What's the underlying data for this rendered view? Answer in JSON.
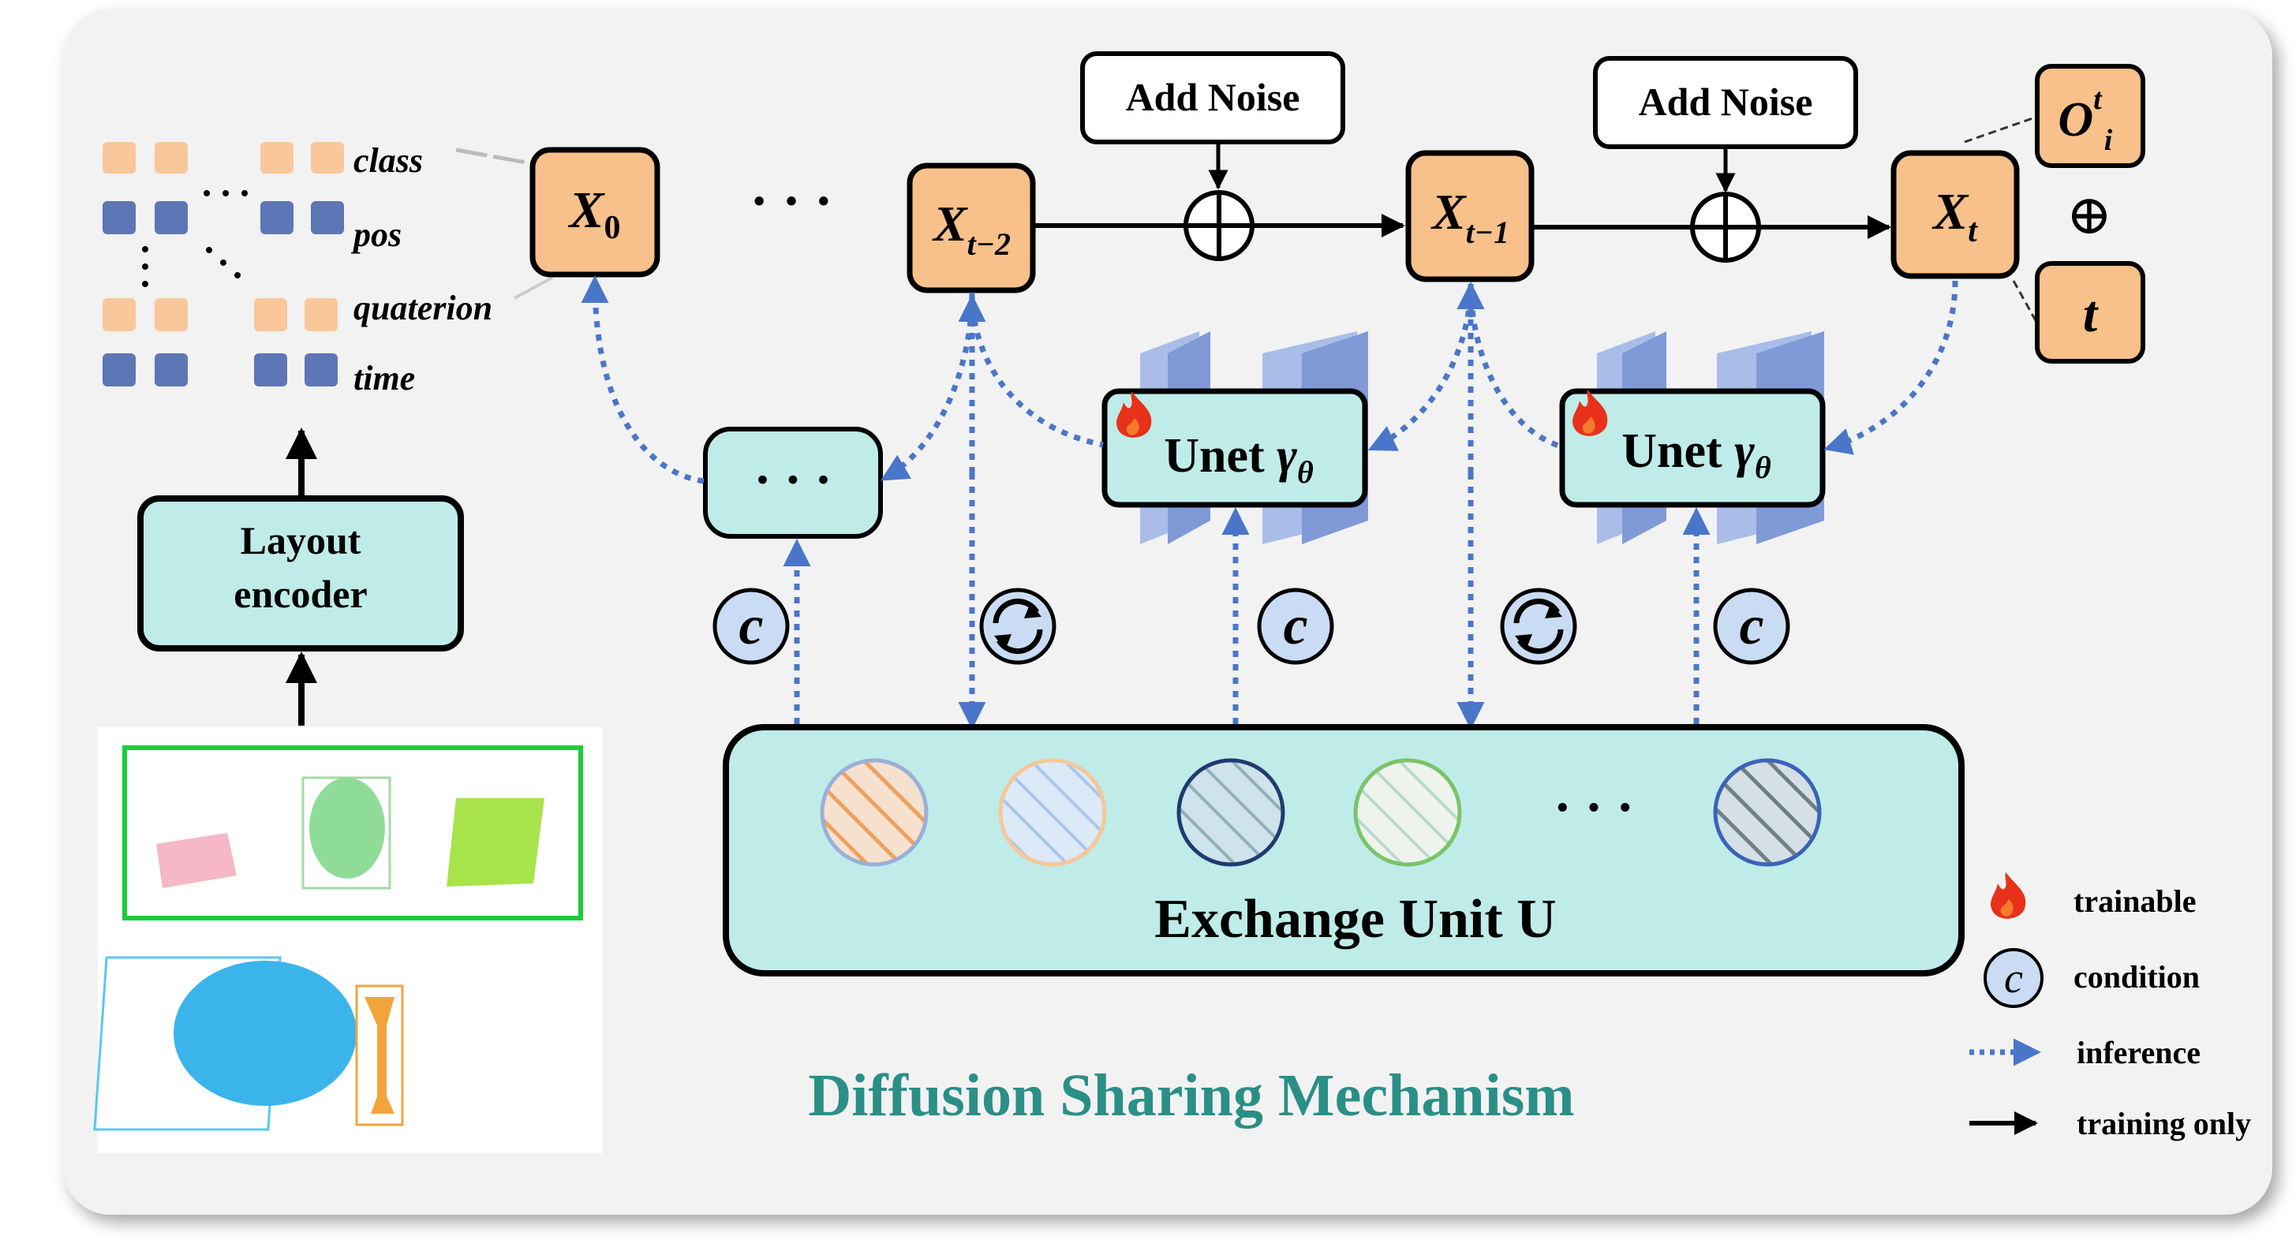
{
  "title": "Diffusion Sharing Mechanism",
  "encoder": {
    "label_line1": "Layout",
    "label_line2": "encoder"
  },
  "token_labels": [
    "class",
    "pos",
    "quaterion",
    "time"
  ],
  "states": {
    "x0": {
      "base": "X",
      "sub": "0"
    },
    "xt2": {
      "base": "X",
      "sub": "t−2"
    },
    "xt1": {
      "base": "X",
      "sub": "t−1"
    },
    "xt": {
      "base": "X",
      "sub": "t"
    }
  },
  "ellipsis": "· · ·",
  "add_noise": "Add Noise",
  "plus_symbol": "⊕",
  "unet": {
    "label": "Unet",
    "symbol": "γ",
    "sub": "θ"
  },
  "observation": {
    "base": "O",
    "sup": "t",
    "sub": "i"
  },
  "time_token": "t",
  "condition_symbol": "c",
  "exchange_unit": "Exchange Unit U",
  "legend": [
    {
      "label": "trainable",
      "icon": "fire-icon"
    },
    {
      "label": "condition",
      "icon": "condition-icon"
    },
    {
      "label": "inference",
      "icon": "dotted-arrow-icon"
    },
    {
      "label": "training only",
      "icon": "solid-arrow-icon"
    }
  ],
  "colors": {
    "panel_bg": "#f2f2f2",
    "state_fill": "#f8c08a",
    "cyan_fill": "#bfece8",
    "dotted_blue": "#4a76c9",
    "title_teal": "#2a8f86",
    "token_orange": "#f9c79a",
    "token_blue": "#5d76b5",
    "condition_fill": "#c9dcf3"
  }
}
